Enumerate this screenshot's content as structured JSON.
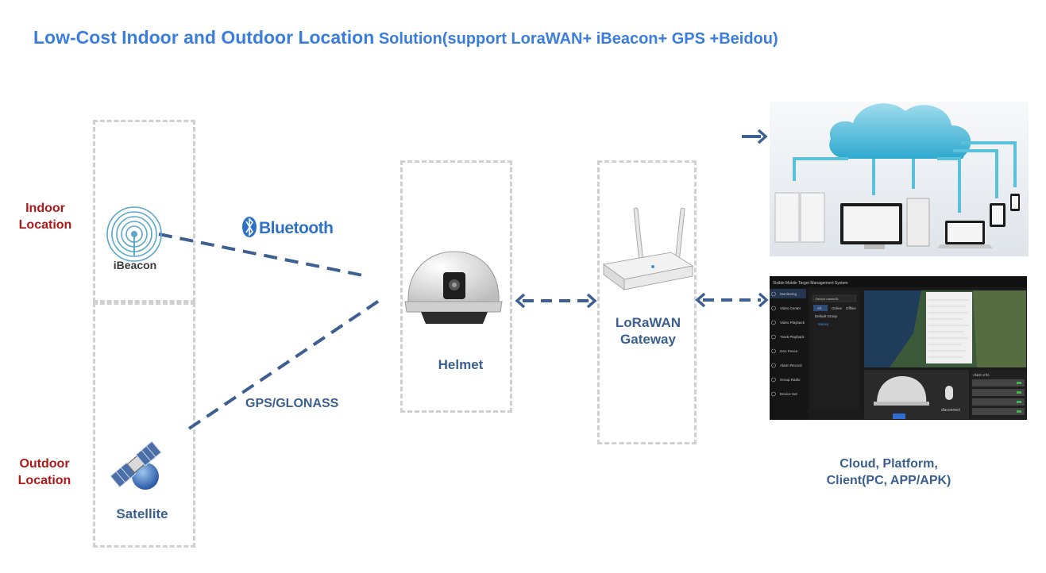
{
  "title": {
    "part1": "Low-Cost  Indoor and Outdoor Location",
    "part2": " Solution(support LoraWAN+ iBeacon+ GPS +Beidou)"
  },
  "labels": {
    "indoor": [
      "Indoor",
      "Location"
    ],
    "outdoor": [
      "Outdoor",
      "Location"
    ],
    "ibeacon": "iBeacon",
    "satellite": "Satellite",
    "bluetooth": "Bluetooth",
    "gps": "GPS/GLONASS",
    "helmet": "Helmet",
    "gateway": [
      "LoRaWAN",
      "Gateway"
    ],
    "cloud": [
      "Cloud, Platform,",
      "Client(PC, APP/APK)"
    ]
  },
  "platform": {
    "title": "Visible Mobile Target Management System",
    "menu": [
      "Monitoring",
      "Video Center",
      "Video Playback",
      "Track Playback",
      "Geo Fence",
      "Alarm Record",
      "Group Radio",
      "Device Set"
    ],
    "tabs": [
      "All",
      "Online",
      "Offline"
    ],
    "search_placeholder": "Device name/ID",
    "group": "Default Group",
    "device": "Maany",
    "disconnect": "disconnect",
    "alarm_title": "Alarm Info"
  },
  "colors": {
    "title_blue": "#3b7ddd",
    "red": "#b01818",
    "label_blue": "#3b5f8e",
    "arrow": "#3e5f92"
  }
}
